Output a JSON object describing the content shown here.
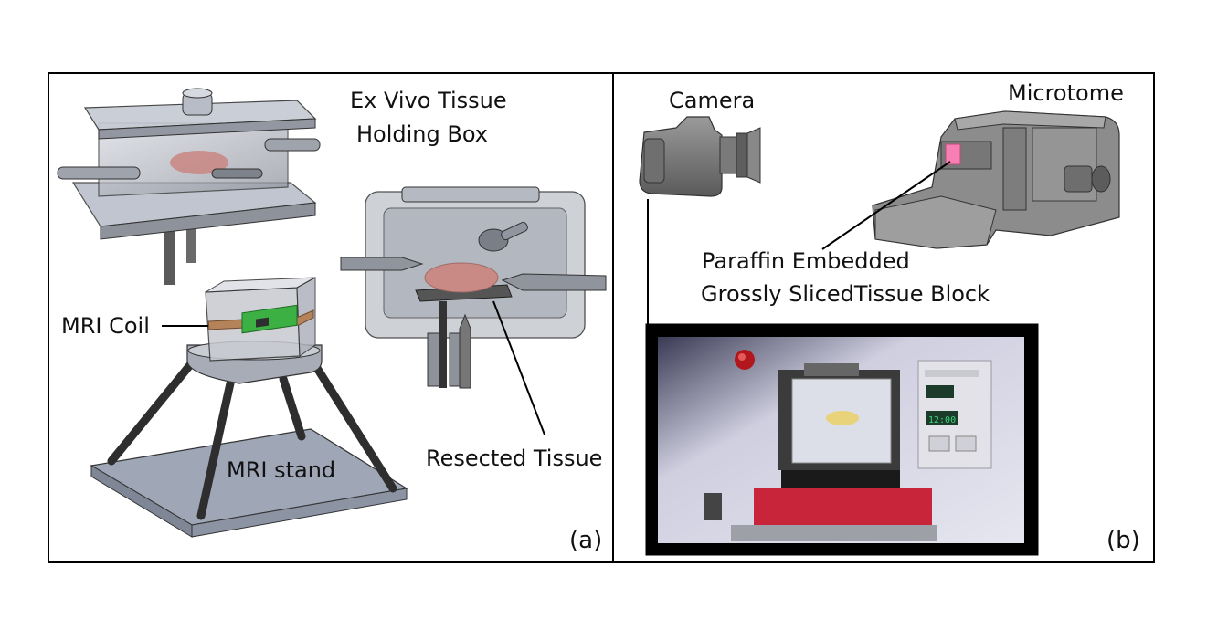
{
  "panel_a": {
    "label": "(a)",
    "box_title_line1": "Ex Vivo Tissue",
    "box_title_line2": "Holding Box",
    "mri_coil": "MRI Coil",
    "mri_stand": "MRI stand",
    "resected_tissue": "Resected Tissue"
  },
  "panel_b": {
    "label": "(b)",
    "camera": "Camera",
    "microtome": "Microtome",
    "block_line1": "Paraffin Embedded",
    "block_line2": "Grossly SlicedTissue Block",
    "panel_readout": "12:00"
  },
  "colors": {
    "tissue": "#c98a86",
    "coil_ring": "#b5835a",
    "coil_board": "#3cb043",
    "paraffin_block": "#f77fb3",
    "microtome_carriage": "#c8243a"
  }
}
